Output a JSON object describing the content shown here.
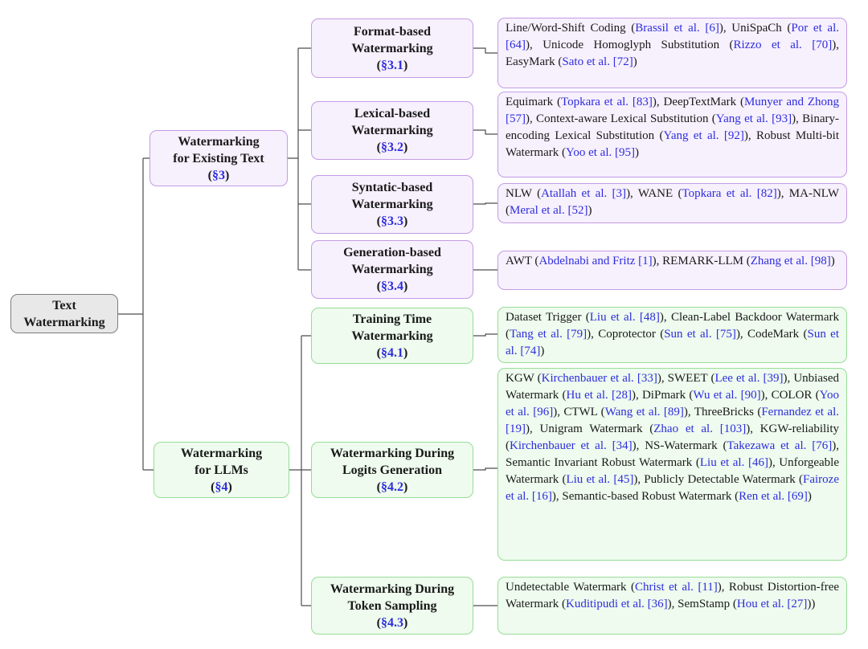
{
  "figure": {
    "description": "Taxonomy tree of text watermarking methods",
    "colors": {
      "purple_fill": "#f7f0fd",
      "purple_border": "#c39ce5",
      "green_fill": "#eefbee",
      "green_border": "#97dd97",
      "gray_fill": "#e8e8e8",
      "gray_border": "#7d7d7d",
      "link_blue": "#2d2ddd",
      "text_black": "#1a1a1a",
      "connector_gray": "#4d4d4d"
    }
  },
  "nodes": {
    "root": {
      "title": "Text\nWatermarking"
    },
    "existing": {
      "title": "Watermarking\nfor Existing Text",
      "section": [
        {
          "t": "("
        },
        {
          "t": "§3",
          "link": true
        },
        {
          "t": ")"
        }
      ]
    },
    "llms": {
      "title": "Watermarking\nfor LLMs",
      "section": [
        {
          "t": "("
        },
        {
          "t": "§4",
          "link": true
        },
        {
          "t": ")"
        }
      ]
    },
    "s31": {
      "title": "Format-based\nWatermarking",
      "section": [
        {
          "t": "("
        },
        {
          "t": "§3.1",
          "link": true
        },
        {
          "t": ")"
        }
      ]
    },
    "s32": {
      "title": "Lexical-based\nWatermarking",
      "section": [
        {
          "t": "("
        },
        {
          "t": "§3.2",
          "link": true
        },
        {
          "t": ")"
        }
      ]
    },
    "s33": {
      "title": "Syntatic-based\nWatermarking",
      "section": [
        {
          "t": "("
        },
        {
          "t": "§3.3",
          "link": true
        },
        {
          "t": ")"
        }
      ]
    },
    "s34": {
      "title": "Generation-based\nWatermarking",
      "section": [
        {
          "t": "("
        },
        {
          "t": "§3.4",
          "link": true
        },
        {
          "t": ")"
        }
      ]
    },
    "s41": {
      "title": "Training Time\nWatermarking",
      "section": [
        {
          "t": "("
        },
        {
          "t": "§4.1",
          "link": true
        },
        {
          "t": ")"
        }
      ]
    },
    "s42": {
      "title": "Watermarking During\nLogits Generation",
      "section": [
        {
          "t": "("
        },
        {
          "t": "§4.2",
          "link": true
        },
        {
          "t": ")"
        }
      ]
    },
    "s43": {
      "title": "Watermarking During\nToken Sampling",
      "section": [
        {
          "t": "("
        },
        {
          "t": "§4.3",
          "link": true
        },
        {
          "t": ")"
        }
      ]
    },
    "s31_leaf": {
      "segments": [
        {
          "t": "Line/Word-Shift Coding ("
        },
        {
          "t": "Brassil et al. [6]",
          "link": true
        },
        {
          "t": "), UniSpaCh ("
        },
        {
          "t": "Por et al. [64]",
          "link": true
        },
        {
          "t": "), Unicode Homoglyph Substitution ("
        },
        {
          "t": "Rizzo et al. [70]",
          "link": true
        },
        {
          "t": "), EasyMark ("
        },
        {
          "t": "Sato et al. [72]",
          "link": true
        },
        {
          "t": ")"
        }
      ]
    },
    "s32_leaf": {
      "segments": [
        {
          "t": "Equimark ("
        },
        {
          "t": "Topkara et al. [83]",
          "link": true
        },
        {
          "t": "), DeepTextMark ("
        },
        {
          "t": "Munyer and Zhong [57]",
          "link": true
        },
        {
          "t": "), Context-aware Lexical Substitution ("
        },
        {
          "t": "Yang et al. [93]",
          "link": true
        },
        {
          "t": "), Binary-encoding Lexical Substitution ("
        },
        {
          "t": "Yang et al. [92]",
          "link": true
        },
        {
          "t": "), Robust Multi-bit Watermark ("
        },
        {
          "t": "Yoo et al. [95]",
          "link": true
        },
        {
          "t": ")"
        }
      ]
    },
    "s33_leaf": {
      "segments": [
        {
          "t": "NLW ("
        },
        {
          "t": "Atallah et al. [3]",
          "link": true
        },
        {
          "t": "), WANE ("
        },
        {
          "t": "Topkara et al. [82]",
          "link": true
        },
        {
          "t": "), MA-NLW ("
        },
        {
          "t": "Meral et al. [52]",
          "link": true
        },
        {
          "t": ")"
        }
      ]
    },
    "s34_leaf": {
      "segments": [
        {
          "t": "AWT ("
        },
        {
          "t": "Abdelnabi and Fritz [1]",
          "link": true
        },
        {
          "t": "), REMARK-LLM ("
        },
        {
          "t": "Zhang et al. [98]",
          "link": true
        },
        {
          "t": ")"
        }
      ]
    },
    "s41_leaf": {
      "segments": [
        {
          "t": "Dataset Trigger ("
        },
        {
          "t": "Liu et al. [48]",
          "link": true
        },
        {
          "t": "), Clean-Label Backdoor Watermark ("
        },
        {
          "t": "Tang et al. [79]",
          "link": true
        },
        {
          "t": "), Coprotector ("
        },
        {
          "t": "Sun et al. [75]",
          "link": true
        },
        {
          "t": "), CodeMark ("
        },
        {
          "t": "Sun et al. [74]",
          "link": true
        },
        {
          "t": ")"
        }
      ]
    },
    "s42_leaf": {
      "segments": [
        {
          "t": "KGW ("
        },
        {
          "t": "Kirchenbauer et al. [33]",
          "link": true
        },
        {
          "t": "), SWEET ("
        },
        {
          "t": "Lee et al. [39]",
          "link": true
        },
        {
          "t": "), Unbiased Watermark ("
        },
        {
          "t": "Hu et al. [28]",
          "link": true
        },
        {
          "t": "), DiPmark ("
        },
        {
          "t": "Wu et al. [90]",
          "link": true
        },
        {
          "t": "), COLOR ("
        },
        {
          "t": "Yoo et al. [96]",
          "link": true
        },
        {
          "t": "), CTWL ("
        },
        {
          "t": "Wang et al. [89]",
          "link": true
        },
        {
          "t": "), ThreeBricks ("
        },
        {
          "t": "Fernandez et al. [19]",
          "link": true
        },
        {
          "t": "), Unigram Watermark ("
        },
        {
          "t": "Zhao et al. [103]",
          "link": true
        },
        {
          "t": "), KGW-reliability ("
        },
        {
          "t": "Kirchenbauer et al. [34]",
          "link": true
        },
        {
          "t": "), NS-Watermark ("
        },
        {
          "t": "Takezawa et al. [76]",
          "link": true
        },
        {
          "t": "), Semantic Invariant Robust Watermark ("
        },
        {
          "t": "Liu et al. [46]",
          "link": true
        },
        {
          "t": "), Unforgeable Watermark ("
        },
        {
          "t": "Liu et al. [45]",
          "link": true
        },
        {
          "t": "), Publicly Detectable Watermark ("
        },
        {
          "t": "Fairoze et al. [16]",
          "link": true
        },
        {
          "t": "), Semantic-based Robust Watermark ("
        },
        {
          "t": "Ren et al. [69]",
          "link": true
        },
        {
          "t": ")"
        }
      ]
    },
    "s43_leaf": {
      "segments": [
        {
          "t": "Undetectable Watermark ("
        },
        {
          "t": "Christ et al. [11]",
          "link": true
        },
        {
          "t": "), Robust Distortion-free Watermark ("
        },
        {
          "t": "Kuditipudi et al. [36]",
          "link": true
        },
        {
          "t": "), SemStamp ("
        },
        {
          "t": "Hou et al. [27]",
          "link": true
        },
        {
          "t": "))"
        }
      ]
    }
  }
}
